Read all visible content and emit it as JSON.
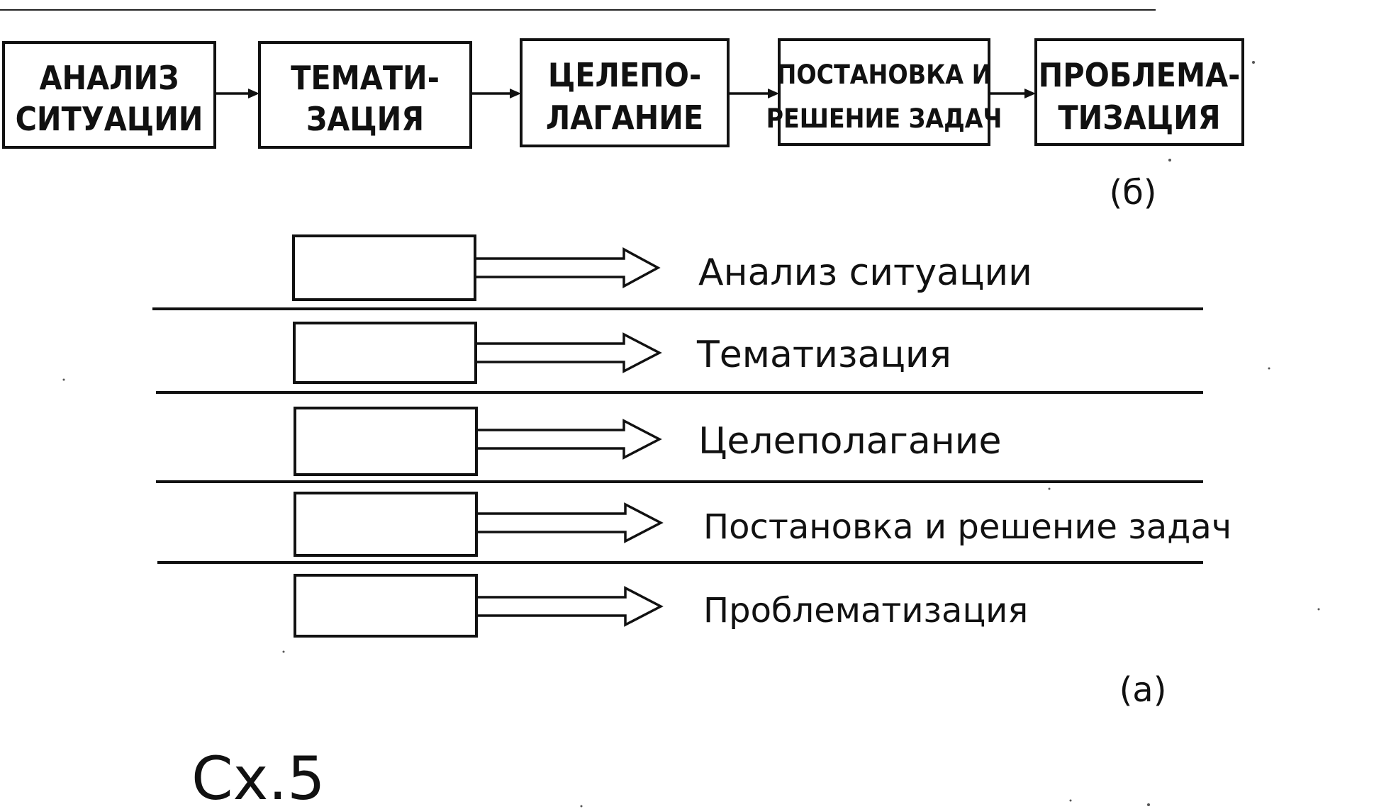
{
  "panel_b": {
    "label": "(б)",
    "boxes": [
      {
        "line1": "АНАЛИЗ",
        "line2": "СИТУАЦИИ"
      },
      {
        "line1": "ТЕМАТИ-",
        "line2": "ЗАЦИЯ"
      },
      {
        "line1": "ЦЕЛЕПО-",
        "line2": "ЛАГАНИЕ"
      },
      {
        "line1": "ПОСТАНОВКА И",
        "line2": "РЕШЕНИЕ ЗАДАЧ"
      },
      {
        "line1": "ПРОБЛЕМА-",
        "line2": "ТИЗАЦИЯ"
      }
    ]
  },
  "panel_a": {
    "label": "(а)",
    "rows": [
      {
        "text": "Анализ ситуации"
      },
      {
        "text": "Тематизация"
      },
      {
        "text": "Целеполагание"
      },
      {
        "text": "Постановка и решение задач"
      },
      {
        "text": "Проблематизация"
      }
    ]
  },
  "figure_label": "Сх.5"
}
